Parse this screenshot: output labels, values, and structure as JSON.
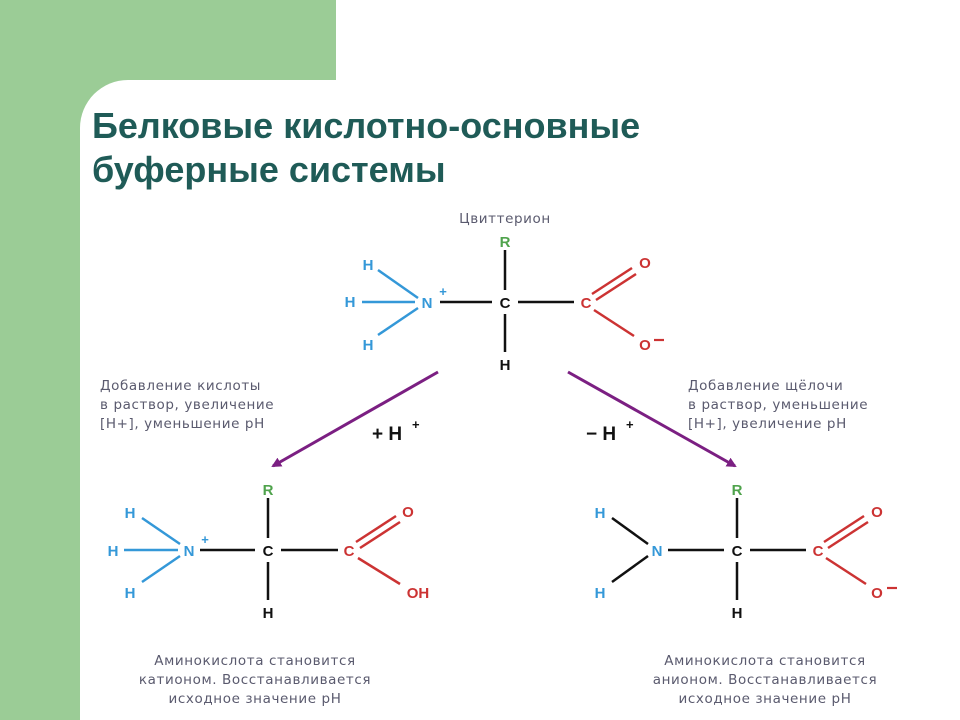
{
  "slide": {
    "title_line1": "Белковые кислотно-основные",
    "title_line2": "буферные системы"
  },
  "colors": {
    "background_accent": "#9bcc96",
    "title": "#1f5b57",
    "amine_bonds": "#3498d8",
    "carboxyl_bonds": "#cc3333",
    "radical": "#4fa34c",
    "arrows": "#7b1f82"
  },
  "diagram": {
    "top_label": "Цвиттерион",
    "atoms": {
      "R": "R",
      "H": "H",
      "N": "N",
      "C": "C",
      "O": "O",
      "OH": "OH"
    },
    "charges": {
      "plus": "+",
      "minus": "−"
    },
    "left_condition": [
      "Добавление кислоты",
      "в раствор, увеличение",
      "[H+], уменьшение pH"
    ],
    "right_condition": [
      "Добавление щёлочи",
      "в раствор, уменьшение",
      "[H+], увеличение pH"
    ],
    "left_reagent": "+ H",
    "right_reagent": "− H",
    "left_result": [
      "Аминокислота становится",
      "катионом. Восстанавливается",
      "исходное значение pH"
    ],
    "right_result": [
      "Аминокислота становится",
      "анионом. Восстанавливается",
      "исходное значение pH"
    ]
  }
}
